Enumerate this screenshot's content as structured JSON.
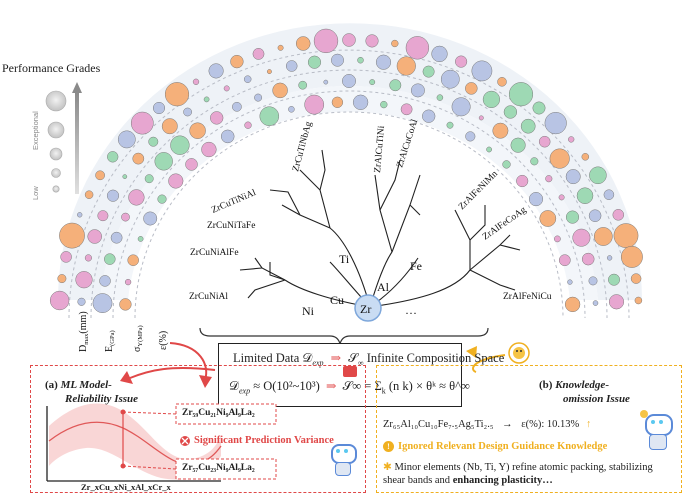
{
  "legend": {
    "title": "Performance Grades",
    "high": "Exceptional",
    "low": "Low"
  },
  "axes": {
    "d_max": "D",
    "d_max_sub": "max",
    "d_max_unit": "(mm)",
    "e": "E",
    "e_unit": "(GPa)",
    "sigma": "σ",
    "sigma_unit": "Y(MPa)",
    "epsilon": "ε(%)"
  },
  "tree": {
    "root": "Zr",
    "ellipsis": "···",
    "branches": [
      "Ni",
      "Cu",
      "Ti",
      "Al",
      "Fe"
    ],
    "leaves": [
      "ZrCuNiAl",
      "ZrCuNiAlFe",
      "ZrCuNiTaFe",
      "ZrCuTiNiAl",
      "ZrCuTiNbAg",
      "ZrAlCuTiNi",
      "ZrAlCuCoAl",
      "ZrAlFeNiMn",
      "ZrAlFeCoAg",
      "ZrAlFeNiCu"
    ]
  },
  "center_box": {
    "limited_data": "Limited Data 𝒟",
    "limited_data_sub": "exp",
    "infinite": "Infinite Composition Space",
    "s_inf": "𝒮",
    "s_inf_sub": "∞",
    "formula_left": "𝒟",
    "formula_left_sub": "exp",
    "formula_approx": "≈ O(10²~10³)",
    "formula_right": "𝒮∞ = Σ",
    "formula_right_sub": "k",
    "formula_binom": "(n k)",
    "formula_tail": "× θᵏ ≈ θ^∞"
  },
  "left_panel": {
    "title_a": "(a) ",
    "title_em": "ML Model-",
    "title_em2": "Reliability Issue",
    "upper_formula": "Zr₅₉Cu₂₁Ni₉Al₉La₂",
    "lower_formula": "Zr₅₇Cu₂₃Ni₉Al₉La₂",
    "variance": "Significant Prediction Variance",
    "x_label": "Zr_xCu_xNi_xAl_xCr_x"
  },
  "right_panel": {
    "title_b": "(b) ",
    "title_em": "Knowledge-",
    "title_em2": "omission Issue",
    "composition": "Zr₆₅Al₁₀Cu₁₀Fe₇.₅Ag₅Ti₂.₅",
    "arrow": "→",
    "result": "ε(%): 10.13%",
    "ignored": "Ignored Relevant Design Guidance Knowledge",
    "guidance": "Minor elements (Nb, Ti, Y) refine atomic packing, stabilizing",
    "guidance2": "shear bands and ",
    "guidance_bold": "enhancing plasticity…"
  },
  "colors": {
    "pink": "#e7a6d0",
    "blue": "#b8c4e4",
    "orange": "#f5b07a",
    "green": "#9ed9b4",
    "red": "#e04848",
    "gold": "#f0b020"
  }
}
